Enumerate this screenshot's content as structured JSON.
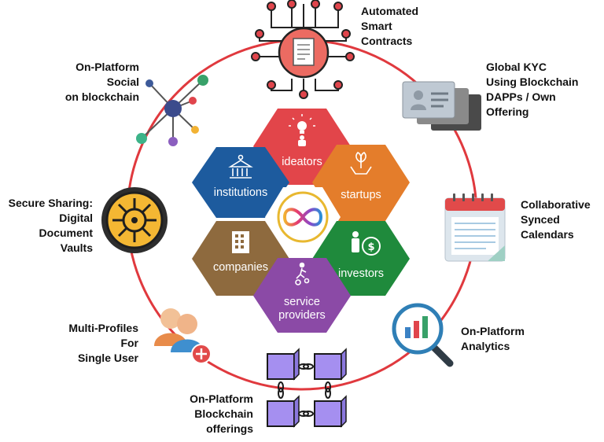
{
  "colors": {
    "ring": "#e0393e",
    "institutions": "#1d5b9e",
    "ideators": "#e2454a",
    "startups": "#e47d2b",
    "companies": "#8e6a3e",
    "service_providers": "#8b4aa6",
    "investors": "#1f8a3c",
    "center": "#ffffff",
    "blockchain_cube": "#a58ff0"
  },
  "hexagons": {
    "ideators": "ideators",
    "startups": "startups",
    "institutions": "institutions",
    "companies": "companies",
    "investors": "investors",
    "service_providers": [
      "service",
      "providers"
    ]
  },
  "features": {
    "smart_contracts": [
      "Automated",
      "Smart",
      "Contracts"
    ],
    "kyc": [
      "Global KYC",
      "Using Blockchain",
      "DAPPs / Own",
      "Offering"
    ],
    "calendars": [
      "Collaborative",
      "Synced",
      "Calendars"
    ],
    "analytics": [
      "On-Platform",
      "Analytics"
    ],
    "blockchain": [
      "On-Platform",
      "Blockchain",
      "offerings"
    ],
    "multi_profiles": [
      "Multi-Profiles",
      "For",
      "Single User"
    ],
    "vaults": [
      "Secure Sharing:",
      "Digital",
      "Document",
      "Vaults"
    ],
    "social": [
      "On-Platform",
      "Social",
      "on blockchain"
    ]
  },
  "icons": {
    "center": "infinity-icon",
    "smart_contracts": "circuit-document-icon",
    "kyc": "id-card-icon",
    "calendars": "calendar-icon",
    "analytics": "magnifier-chart-icon",
    "blockchain": "chain-blocks-icon",
    "multi_profiles": "add-users-icon",
    "vaults": "vault-icon",
    "social": "network-icon"
  }
}
